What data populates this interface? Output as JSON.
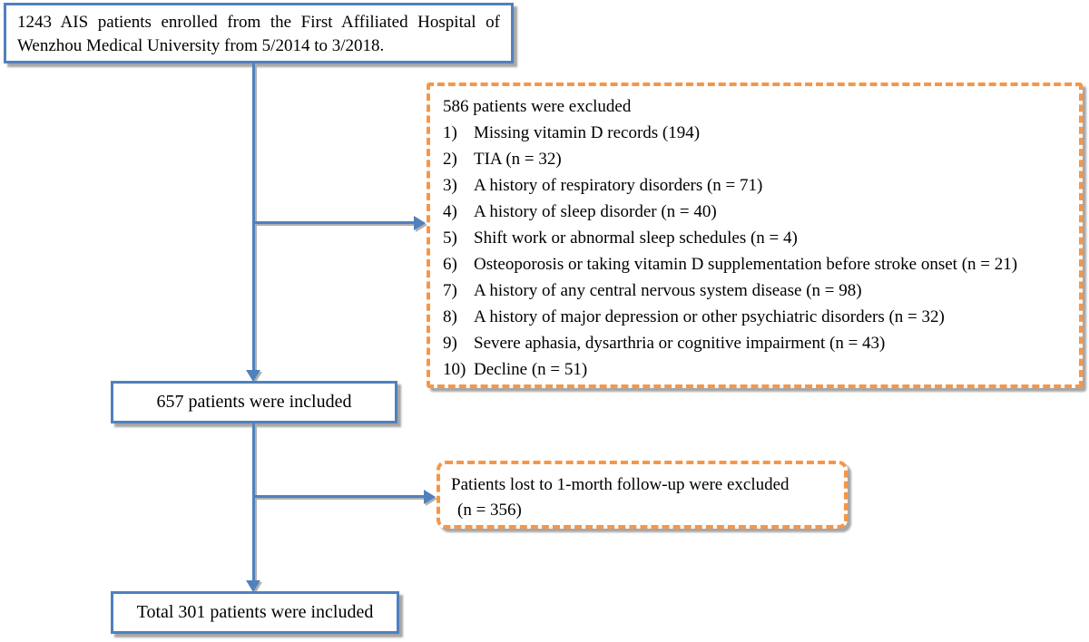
{
  "figure": {
    "enrolled_box": {
      "text": "1243 AIS patients enrolled from the First Affiliated Hospital of Wenzhou Medical University from 5/2014 to 3/2018."
    },
    "excluded_box": {
      "title": "586 patients were excluded",
      "items": [
        {
          "num": "1)",
          "text": "Missing vitamin D records (194)"
        },
        {
          "num": "2)",
          "text": "TIA (n = 32)"
        },
        {
          "num": "3)",
          "text": "A history of respiratory disorders (n = 71)"
        },
        {
          "num": "4)",
          "text": "A history of sleep disorder (n = 40)"
        },
        {
          "num": "5)",
          "text": "Shift work or abnormal sleep schedules (n = 4)"
        },
        {
          "num": "6)",
          "text": "Osteoporosis or taking vitamin D supplementation before stroke onset (n = 21)"
        },
        {
          "num": "7)",
          "text": "A history of any central nervous system disease (n = 98)"
        },
        {
          "num": "8)",
          "text": "A history of major depression or other psychiatric disorders (n = 32)"
        },
        {
          "num": "9)",
          "text": "Severe aphasia, dysarthria or cognitive impairment (n = 43)"
        },
        {
          "num": "10)",
          "text": "Decline (n = 51)"
        }
      ]
    },
    "included_box": {
      "text": "657 patients were included"
    },
    "followup_excluded_box": {
      "line1": "Patients lost to 1-morth follow-up were excluded",
      "line2": "(n = 356)"
    },
    "total_box": {
      "text": "Total 301 patients were included"
    },
    "colors": {
      "box_border_blue": "#4f81bd",
      "dashed_border_orange": "#f79646",
      "arrow_blue": "#4f81bd",
      "shadow_gray": "#a6a6a6",
      "text": "#000000"
    }
  }
}
